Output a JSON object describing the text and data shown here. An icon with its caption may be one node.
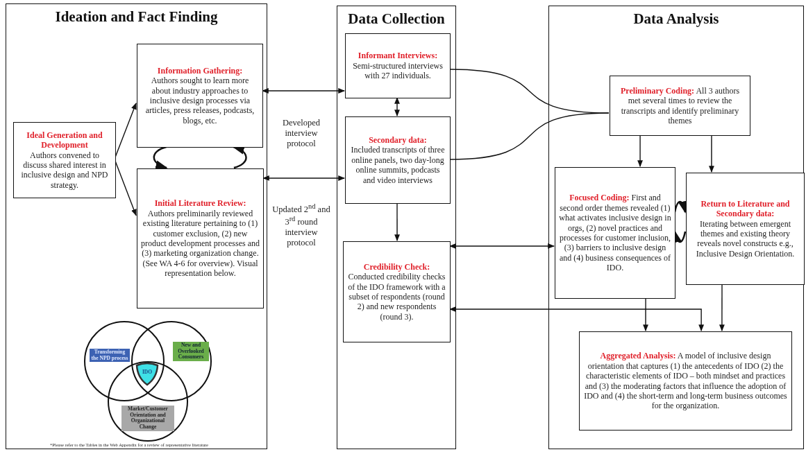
{
  "diagram": {
    "nodes": [
      {
        "text": [
          "Ideation and Fact Finding"
        ]
      },
      {
        "text": [
          "Ideal Generation and Development",
          "Authors convened to discuss shared interest in inclusive design and NPD strategy."
        ],
        "in": 0
      },
      {
        "text": [
          "Information Gathering:",
          "Authors sought to learn more about industry approaches to inclusive design processes via articles, press releases, podcasts, blogs, etc."
        ],
        "in": 0
      },
      {
        "text": [
          "Initial Literature Review:",
          "Authors preliminarily reviewed existing literature pertaining to (1) customer exclusion, (2) new product development processes and (3) marketing organization change. (See WA 4-6 for overview). Visual representation below."
        ],
        "in": 0
      },
      {
        "text": [
          "Transforming the NPD process"
        ],
        "in": 0
      },
      {
        "text": [
          "New and Overlooked Consumers"
        ],
        "in": 0
      },
      {
        "text": [
          "Market/Customer Orientation and Organizational Change"
        ],
        "in": 0
      },
      {
        "text": [
          "IDO"
        ]
      },
      {
        "text": [
          "Data Collection"
        ]
      },
      {
        "text": [
          "Informant Interviews:",
          "Semi-structured interviews with 27 individuals."
        ],
        "in": 8
      },
      {
        "text": [
          "Secondary data:",
          "Included transcripts of three online panels, two day-long online summits, podcasts and video interviews"
        ],
        "in": 8
      },
      {
        "text": [
          "Credibility Check:",
          "Conducted credibility checks of the IDO framework with a subset of respondents (round 2) and new respondents (round 3)."
        ],
        "in": 8
      },
      {
        "text": [
          "Data Analysis"
        ]
      },
      {
        "text": [
          "Preliminary Coding:",
          "All 3 authors met several times to review the transcripts and identify preliminary themes"
        ],
        "in": 12
      },
      {
        "text": [
          "Focused Coding:",
          "First and second order themes revealed (1) what activates inclusive design in orgs, (2) novel practices and processes for customer inclusion, (3) barriers to inclusive design and (4) business consequences of IDO."
        ],
        "in": 12
      },
      {
        "text": [
          "Return to Literature and Secondary data:",
          "Iterating between emergent themes and existing theory reveals novel constructs e.g., Inclusive Design Orientation."
        ],
        "in": 12
      },
      {
        "text": [
          "Aggregated Analysis:",
          "A model of inclusive design orientation that captures (1) the antecedents of IDO (2) the characteristic elements of IDO – both mindset and practices and (3) the moderating factors that influence the adoption of IDO and (4) the short-term and long-term business outcomes for the organization."
        ],
        "in": 12
      }
    ],
    "edges": [
      {
        "from": 1,
        "to": 2,
        "arrow": "to"
      },
      {
        "from": 1,
        "to": 3,
        "arrow": "to"
      },
      {
        "from": 2,
        "to": 3,
        "arrow": "to"
      },
      {
        "from": 3,
        "to": 2,
        "arrow": "to"
      },
      {
        "from": 2,
        "to": 9,
        "arrow": "both",
        "label": "Developed interview protocol"
      },
      {
        "from": 3,
        "to": 10,
        "arrow": "both",
        "label": "Updated 2$^{nd}$ and 3$^{rd}$ round interview protocol"
      },
      {
        "from": 9,
        "to": 10,
        "arrow": "both"
      },
      {
        "from": 10,
        "to": 11,
        "arrow": "to"
      },
      {
        "from": 9,
        "to": 13,
        "arrow": "none"
      },
      {
        "from": 10,
        "to": 13,
        "arrow": "none"
      },
      {
        "from": 13,
        "to": 14,
        "arrow": "to"
      },
      {
        "from": 13,
        "to": 15,
        "arrow": "to"
      },
      {
        "from": 14,
        "to": 15,
        "arrow": "to"
      },
      {
        "from": 15,
        "to": 14,
        "arrow": "to"
      },
      {
        "from": 14,
        "to": 11,
        "arrow": "both"
      },
      {
        "from": 11,
        "to": 16,
        "arrow": "both"
      },
      {
        "from": 14,
        "to": 16,
        "arrow": "to"
      },
      {
        "from": 15,
        "to": 16,
        "arrow": "to"
      }
    ],
    "labels": [
      "*Please refer to the Tables in the Web Appendix for a review of representative literature"
    ]
  }
}
